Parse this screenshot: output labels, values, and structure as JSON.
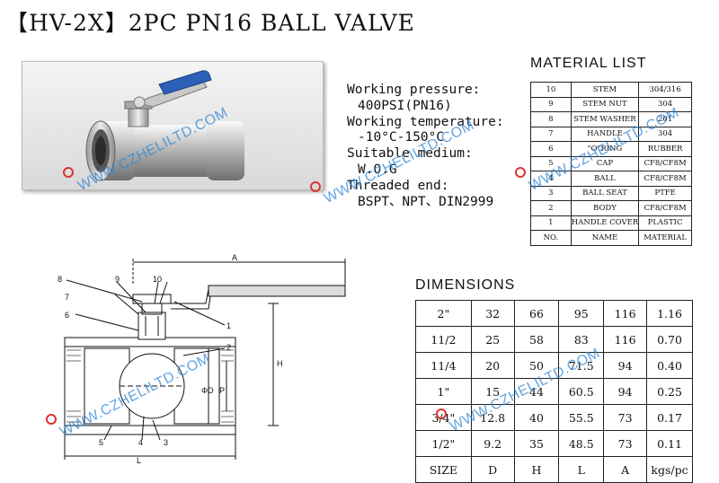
{
  "title": "【HV-2X】2PC PN16 BALL VALVE",
  "specs": {
    "pressure_label": "Working pressure:",
    "pressure_value": "400PSI(PN16)",
    "temp_label": "Working temperature:",
    "temp_value": "-10°C-150°C",
    "medium_label": "Suitable medium:",
    "medium_value": "W.O.G",
    "thread_label": "Threaded end:",
    "thread_value": "BSPT、NPT、DIN2999"
  },
  "material_list": {
    "title": "MATERIAL LIST",
    "rows": [
      [
        "10",
        "STEM",
        "304/316"
      ],
      [
        "9",
        "STEM NUT",
        "304"
      ],
      [
        "8",
        "STEM WASHER",
        "201"
      ],
      [
        "7",
        "HANDLE",
        "304"
      ],
      [
        "6",
        "\"O\"RING",
        "RUBBER"
      ],
      [
        "5",
        "CAP",
        "CF8/CF8M"
      ],
      [
        "4",
        "BALL",
        "CF8/CF8M"
      ],
      [
        "3",
        "BALL SEAT",
        "PTFE"
      ],
      [
        "2",
        "BODY",
        "CF8/CF8M"
      ],
      [
        "1",
        "HANDLE COVER",
        "PLASTIC"
      ]
    ],
    "header": [
      "NO.",
      "NAME",
      "MATERIAL"
    ]
  },
  "dimensions": {
    "title": "DIMENSIONS",
    "rows": [
      [
        "2\"",
        "32",
        "66",
        "95",
        "116",
        "1.16"
      ],
      [
        "11/2",
        "25",
        "58",
        "83",
        "116",
        "0.70"
      ],
      [
        "11/4",
        "20",
        "50",
        "71.5",
        "94",
        "0.40"
      ],
      [
        "1\"",
        "15",
        "44",
        "60.5",
        "94",
        "0.25"
      ],
      [
        "3/4\"",
        "12.8",
        "40",
        "55.5",
        "73",
        "0.17"
      ],
      [
        "1/2\"",
        "9.2",
        "35",
        "48.5",
        "73",
        "0.11"
      ]
    ],
    "header": [
      "SIZE",
      "D",
      "H",
      "L",
      "A",
      "kgs/pc"
    ]
  },
  "drawing_labels": {
    "a": "A",
    "h": "H",
    "l": "L",
    "d": "ΦD",
    "p": "P",
    "n1": "1",
    "n2": "2",
    "n3": "3",
    "n4": "4",
    "n5": "5",
    "n6": "6",
    "n7": "7",
    "n8": "8",
    "n9": "9",
    "n10": "10"
  },
  "watermark": "WWW.CZHELILTD.COM",
  "colors": {
    "handle": "#2b5fb8",
    "watermark": "#2f86d6",
    "logo": "#d33333"
  }
}
